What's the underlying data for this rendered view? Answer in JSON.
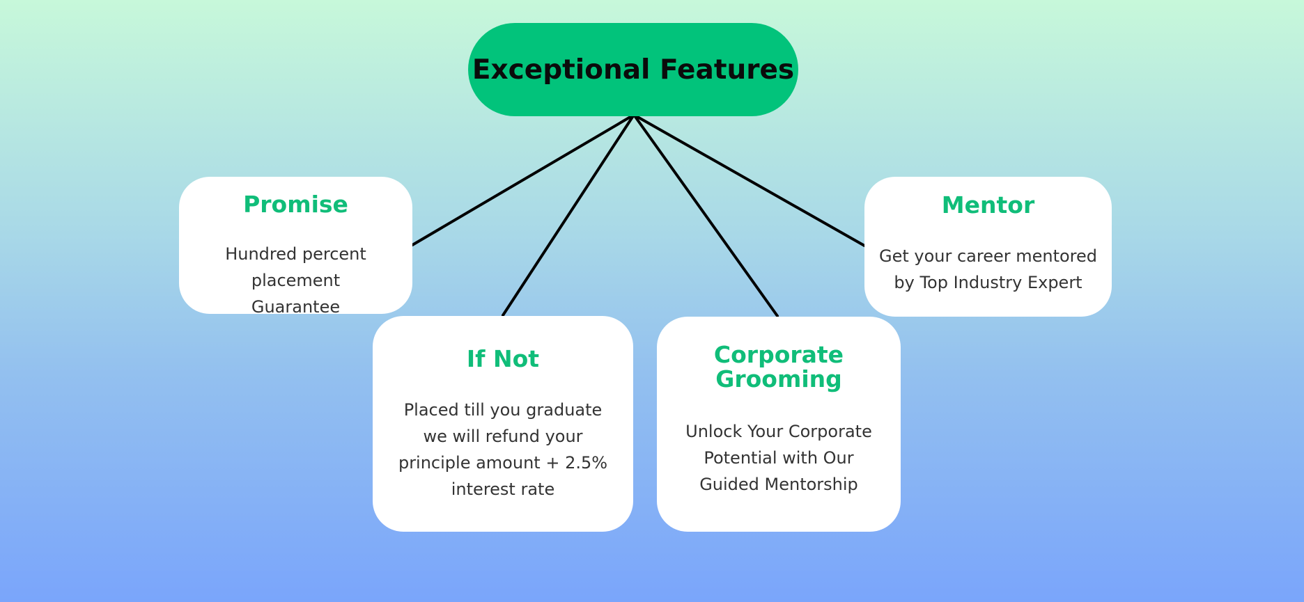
{
  "colors": {
    "title_bg": "#02c37b",
    "card_title": "#10bd79",
    "card_bg": "#ffffff",
    "line": "#000000"
  },
  "diagram": {
    "title": "Exceptional Features",
    "cards": [
      {
        "id": "promise",
        "title": "Promise",
        "description": "Hundred percent placement Guarantee"
      },
      {
        "id": "ifnot",
        "title": "If Not",
        "description": "Placed till you graduate we will refund your principle amount + 2.5% interest rate"
      },
      {
        "id": "corporate",
        "title": "Corporate Grooming",
        "description": "Unlock Your Corporate Potential with Our Guided Mentorship"
      },
      {
        "id": "mentor",
        "title": "Mentor",
        "description": "Get your career mentored by Top Industry Expert"
      }
    ]
  }
}
